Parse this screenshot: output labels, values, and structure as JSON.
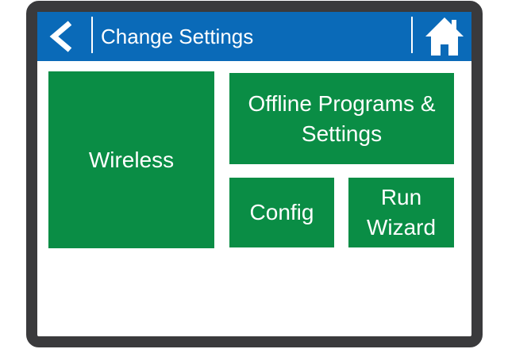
{
  "header": {
    "title": "Change Settings",
    "back_icon": "chevron-left-icon",
    "home_icon": "home-icon",
    "color": "#0a6ab8"
  },
  "tiles": {
    "wireless": "Wireless",
    "offline": "Offline Programs &\nSettings",
    "config": "Config",
    "wizard": "Run\nWizard",
    "color": "#0a8d45"
  },
  "frame_color": "#3a3a3c"
}
